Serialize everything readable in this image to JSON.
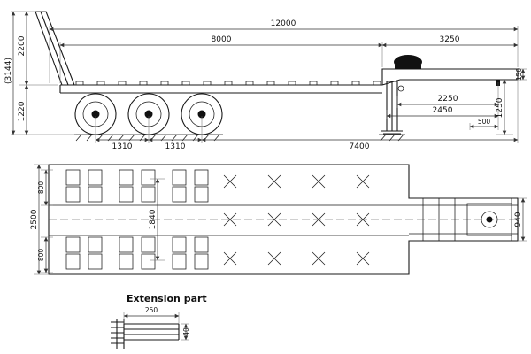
{
  "colors": {
    "line": "#1a1a1a",
    "dimension": "#333333",
    "background": "#ffffff"
  },
  "side_view": {
    "dims": {
      "overall_length": "12000",
      "deck_length": "8000",
      "gooseneck_length": "3250",
      "ramp_height": "2200",
      "overall_height": "(3144)",
      "deck_height": "1220",
      "axle_spacing_1": "1310",
      "axle_spacing_2": "1310",
      "rear_span": "7400",
      "neck_upper_length": "2250",
      "neck_lower_length": "2450",
      "leg_offset": "500",
      "neck_ground_clearance": "1250",
      "neck_plate_height": "150"
    }
  },
  "plan_view": {
    "dims": {
      "overall_width": "2500",
      "wheel_track_top": "800",
      "wheel_track_bottom": "800",
      "frame_inner_width": "1840",
      "neck_width": "940"
    }
  },
  "extension_detail": {
    "label": "Extension part",
    "dims": {
      "length": "250",
      "height": "40"
    }
  }
}
